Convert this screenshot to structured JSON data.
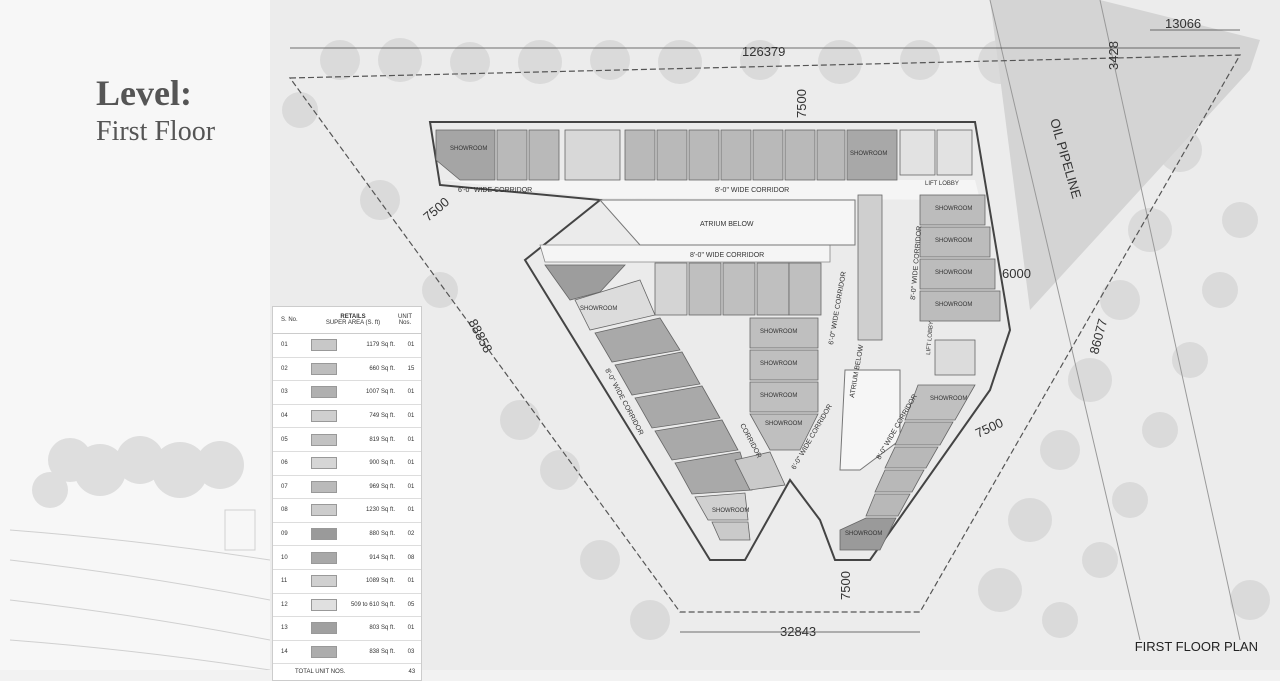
{
  "level": {
    "title": "Level:",
    "subtitle": "First Floor"
  },
  "caption": "FIRST FLOOR PLAN",
  "dimensions": {
    "top": "126379",
    "top_right": "13066",
    "right_offset": "3428",
    "top_corridor": "7500",
    "left_corridor": "7500",
    "right_corridor_a": "6000",
    "right_corridor_b": "7500",
    "bottom_corridor": "7500",
    "left_edge": "88858",
    "right_edge": "86077",
    "bottom_edge": "32843"
  },
  "labels": {
    "oil_pipeline": "OIL PIPELINE",
    "atrium_below": "ATRIUM BELOW",
    "corridor_8ft": "8'-0\" WIDE CORRIDOR",
    "corridor_6ft": "6'-0\" WIDE CORRIDOR",
    "corridor": "CORRIDOR",
    "lift_lobby": "LIFT LOBBY",
    "showroom": "SHOWROOM"
  },
  "legend": {
    "headers": {
      "sno": "S. No.",
      "retails": "RETAILS",
      "super_area": "SUPER AREA (S. ft)",
      "unit_nos": "UNIT Nos."
    },
    "rows": [
      {
        "sno": "01",
        "area": "1179 Sq ft.",
        "units": "01",
        "color": "#c8c8c8"
      },
      {
        "sno": "02",
        "area": "660 Sq ft.",
        "units": "15",
        "color": "#bdbdbd"
      },
      {
        "sno": "03",
        "area": "1007 Sq ft.",
        "units": "01",
        "color": "#b0b0b0"
      },
      {
        "sno": "04",
        "area": "749 Sq ft.",
        "units": "01",
        "color": "#cfcfcf"
      },
      {
        "sno": "05",
        "area": "819 Sq ft.",
        "units": "01",
        "color": "#c2c2c2"
      },
      {
        "sno": "06",
        "area": "900 Sq ft.",
        "units": "01",
        "color": "#d6d6d6"
      },
      {
        "sno": "07",
        "area": "969 Sq ft.",
        "units": "01",
        "color": "#bababa"
      },
      {
        "sno": "08",
        "area": "1230 Sq ft.",
        "units": "01",
        "color": "#cccccc"
      },
      {
        "sno": "09",
        "area": "880 Sq ft.",
        "units": "02",
        "color": "#9a9a9a"
      },
      {
        "sno": "10",
        "area": "914 Sq ft.",
        "units": "08",
        "color": "#a8a8a8"
      },
      {
        "sno": "11",
        "area": "1089 Sq ft.",
        "units": "01",
        "color": "#d0d0d0"
      },
      {
        "sno": "12",
        "area": "509 to 610 Sq ft.",
        "units": "05",
        "color": "#e0e0e0"
      },
      {
        "sno": "13",
        "area": "803 Sq ft.",
        "units": "01",
        "color": "#a0a0a0"
      },
      {
        "sno": "14",
        "area": "838 Sq ft.",
        "units": "03",
        "color": "#adadad"
      }
    ],
    "total_label": "TOTAL UNIT NOS.",
    "total_value": "43"
  }
}
